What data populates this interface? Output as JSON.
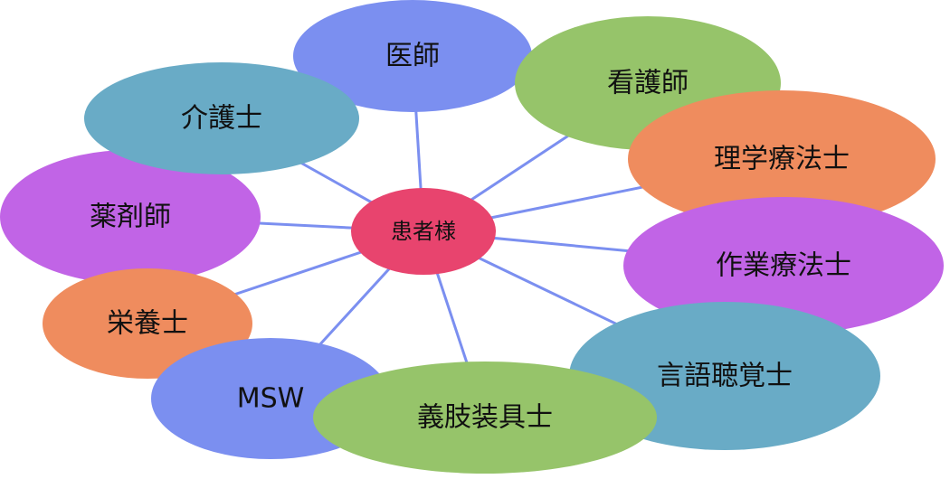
{
  "center": {
    "label": "患者様",
    "color": "#e8446e"
  },
  "line_color": "#7b8ff0",
  "nodes": [
    {
      "id": "doctor",
      "label": "医師",
      "color": "#7b8ff0"
    },
    {
      "id": "nurse",
      "label": "看護師",
      "color": "#96c46a"
    },
    {
      "id": "pt",
      "label": "理学療法士",
      "color": "#ef8c5e"
    },
    {
      "id": "ot",
      "label": "作業療法士",
      "color": "#c164e6"
    },
    {
      "id": "st",
      "label": "言語聴覚士",
      "color": "#69abc6"
    },
    {
      "id": "po",
      "label": "義肢装具士",
      "color": "#96c46a"
    },
    {
      "id": "msw",
      "label": "MSW",
      "color": "#7b8ff0"
    },
    {
      "id": "dietitian",
      "label": "栄養士",
      "color": "#ef8c5e"
    },
    {
      "id": "pharmacist",
      "label": "薬剤師",
      "color": "#c164e6"
    },
    {
      "id": "caregiver",
      "label": "介護士",
      "color": "#69abc6"
    }
  ]
}
